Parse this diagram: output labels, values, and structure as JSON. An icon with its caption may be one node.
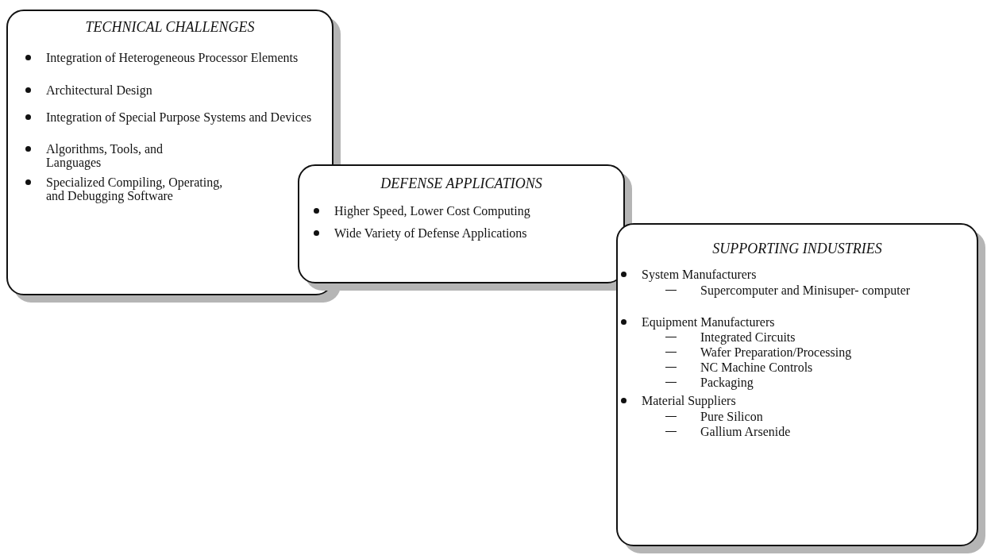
{
  "diagram": {
    "nodes": [
      {
        "text": [
          "TECHNICAL CHALLENGES",
          "Integration of Heterogeneous Processor Elements",
          "Architectural Design",
          "Integration of Special Purpose Systems and Devices",
          "Algorithms, Tools, and Languages",
          "Specialized Compiling, Operating, and Debugging Software"
        ]
      },
      {
        "text": [
          "DEFENSE APPLICATIONS",
          "Higher Speed, Lower Cost Computing",
          "Wide Variety of Defense Applications"
        ]
      },
      {
        "text": [
          "SUPPORTING INDUSTRIES",
          "System Manufacturers",
          "Supercomputer and Minisuper- computer",
          "Equipment Manufacturers",
          "Integrated Circuits",
          "Wafer Preparation/Processing",
          "NC Machine Controls",
          "Packaging",
          "Material Suppliers",
          "Pure Silicon",
          "Gallium Arsenide"
        ]
      }
    ]
  }
}
